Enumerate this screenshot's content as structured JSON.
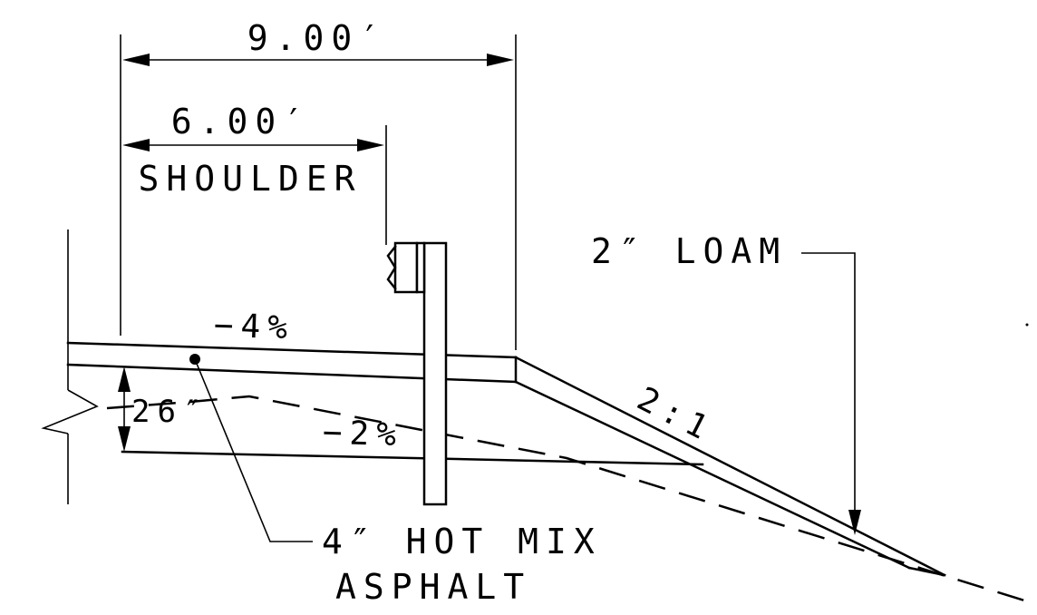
{
  "labels": {
    "overall_width": "9.00′",
    "shoulder_width": "6.00′",
    "shoulder": "SHOULDER",
    "loam": "2″ LOAM",
    "slope_pavement": "−4%",
    "slope_subbase": "−2%",
    "depth": "26″",
    "side_slope": "2:1",
    "asphalt_line1": "4″ HOT MIX",
    "asphalt_line2": "ASPHALT"
  }
}
